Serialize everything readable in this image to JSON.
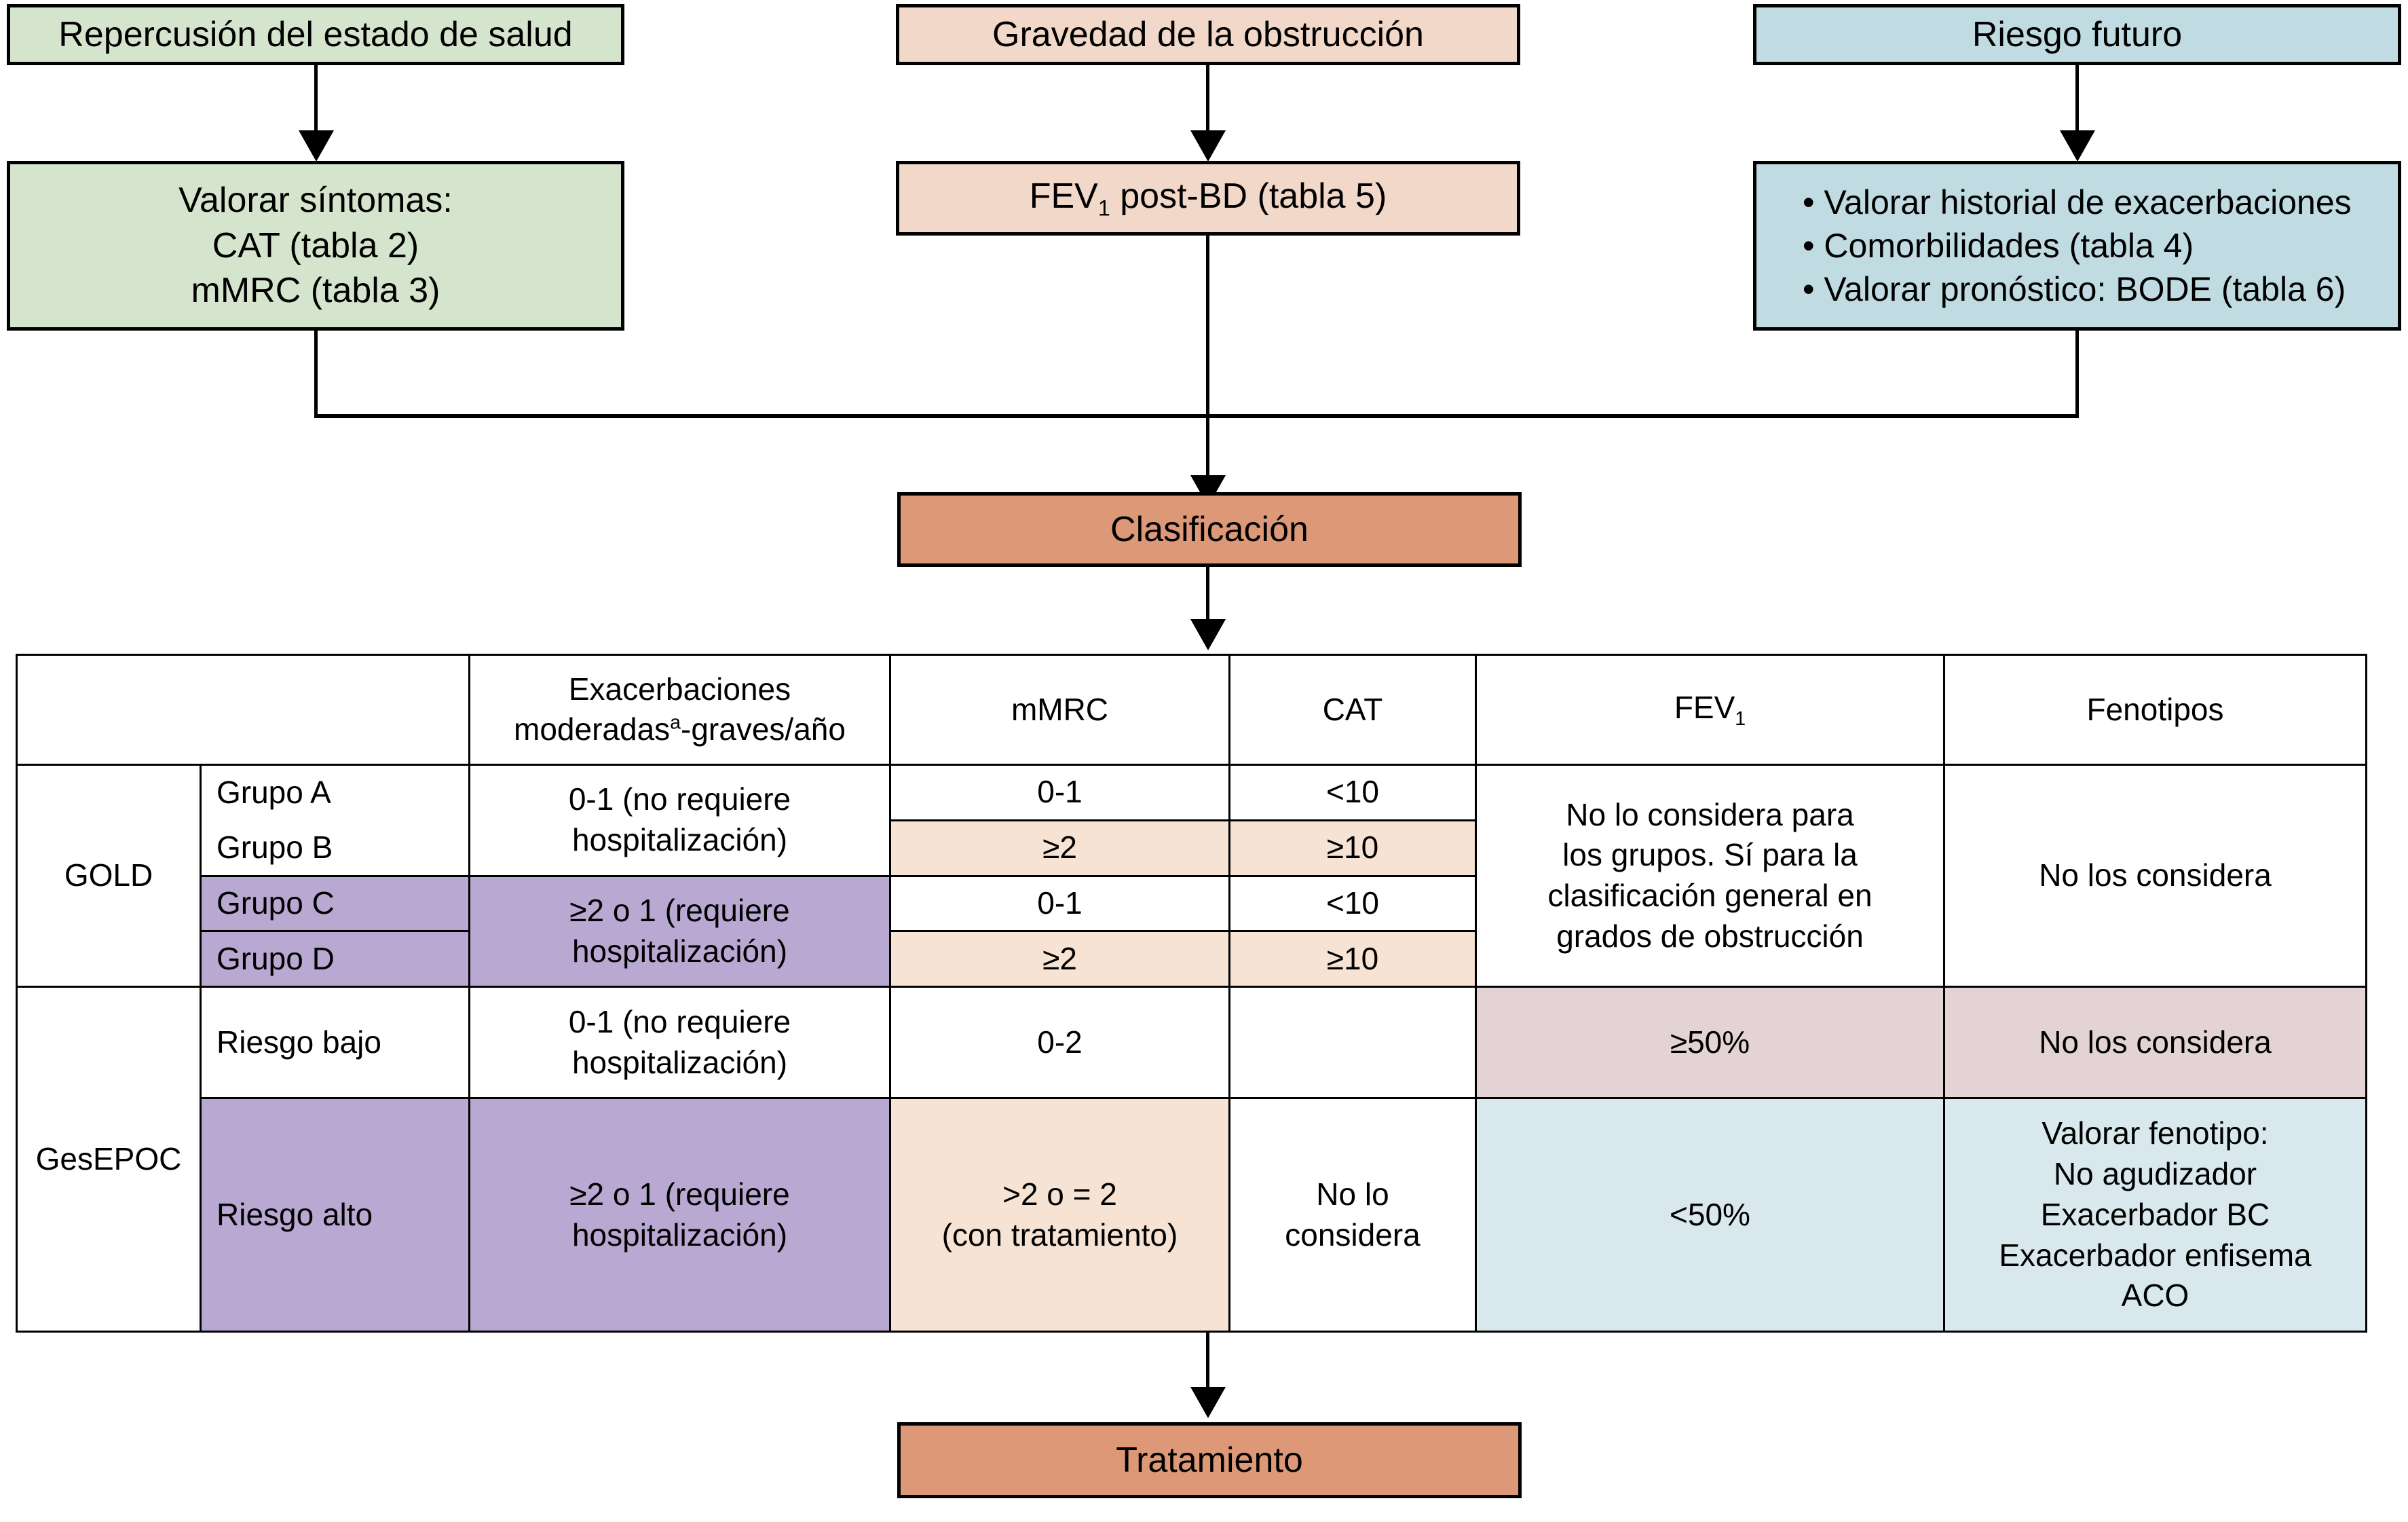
{
  "flow": {
    "top_nodes": [
      {
        "id": "repercusion",
        "label": "Repercusión del estado de salud",
        "color": "#d5e5cd"
      },
      {
        "id": "gravedad",
        "label": "Gravedad de la obstrucción",
        "color": "#f2d8c9"
      },
      {
        "id": "riesgo",
        "label": "Riesgo futuro",
        "color": "#c0dbe2"
      }
    ],
    "second_nodes": [
      {
        "id": "valorar-sintomas",
        "lines": [
          "Valorar síntomas:",
          "CAT (tabla 2)",
          "mMRC (tabla 3)"
        ],
        "color": "#d5e5cd"
      },
      {
        "id": "fev1-postbd",
        "lines": [
          "FEV₁ post-BD (tabla 5)"
        ],
        "color": "#f2d8c9"
      },
      {
        "id": "riesgo-items",
        "lines": [
          "• Valorar historial de exacerbaciones",
          "• Comorbilidades (tabla 4)",
          "• Valorar pronóstico: BODE (tabla 6)"
        ],
        "color": "#c0dbe2"
      }
    ],
    "classification_label": "Clasificación",
    "treatment_label": "Tratamiento",
    "classification_color": "#dd9878",
    "treatment_color": "#dd9878"
  },
  "table": {
    "headers": [
      "",
      "",
      "Exacerbaciones moderadasa-graves/año",
      "mMRC",
      "CAT",
      "FEV1",
      "Fenotipos"
    ],
    "header_exacerbaciones_line1": "Exacerbaciones",
    "header_exacerbaciones_line2a": "moderadas",
    "header_exacerbaciones_sup": "a",
    "header_exacerbaciones_line2b": "-graves/año",
    "header_mmrc": "mMRC",
    "header_cat": "CAT",
    "header_fev1_base": "FEV",
    "header_fev1_sub": "1",
    "header_fenotipos": "Fenotipos",
    "gold": {
      "section_label": "GOLD",
      "groups": [
        "Grupo A",
        "Grupo B",
        "Grupo C",
        "Grupo D"
      ],
      "exacerbaciones_ab": "0-1 (no requiere hospitalización)",
      "exacerbaciones_cd": "≥2 o 1 (requiere hospitalización)",
      "mmrc": [
        "0-1",
        "≥2",
        "0-1",
        "≥2"
      ],
      "cat": [
        "<10",
        "≥10",
        "<10",
        "≥10"
      ],
      "fev1": "No lo considera para los grupos. Sí para la clasificación general en grados de obstrucción",
      "fev1_lines": [
        "No lo considera para",
        "los grupos. Sí para la",
        "clasificación general en",
        "grados de obstrucción"
      ],
      "fenotipos": "No los considera"
    },
    "gesepoc": {
      "section_label": "GesEPOC",
      "groups": [
        "Riesgo bajo",
        "Riesgo alto"
      ],
      "exacerbaciones_bajo": "0-1 (no requiere hospitalización)",
      "exacerbaciones_alto": "≥2 o 1 (requiere hospitalización)",
      "mmrc_bajo": "0-2",
      "mmrc_alto_line1": ">2 o = 2",
      "mmrc_alto_line2": "(con tratamiento)",
      "cat_bajo": "",
      "cat_alto_line1": "No lo",
      "cat_alto_line2": "considera",
      "fev1_bajo": "≥50%",
      "fev1_alto": "<50%",
      "fenotipos_bajo": "No los considera",
      "fenotipos_alto_lines": [
        "Valorar fenotipo:",
        "No agudizador",
        "Exacerbador BC",
        "Exacerbador enfisema",
        "ACO"
      ]
    }
  },
  "colors": {
    "green": "#d5e5cd",
    "peach": "#f2d8c9",
    "blue": "#c0dbe2",
    "terracotta": "#dd9878",
    "cell_purple": "#b8a8d2",
    "cell_peach": "#f6e3d3",
    "cell_pink": "#e4d3d4",
    "cell_blue": "#d8e8ed",
    "stroke": "#000000"
  }
}
